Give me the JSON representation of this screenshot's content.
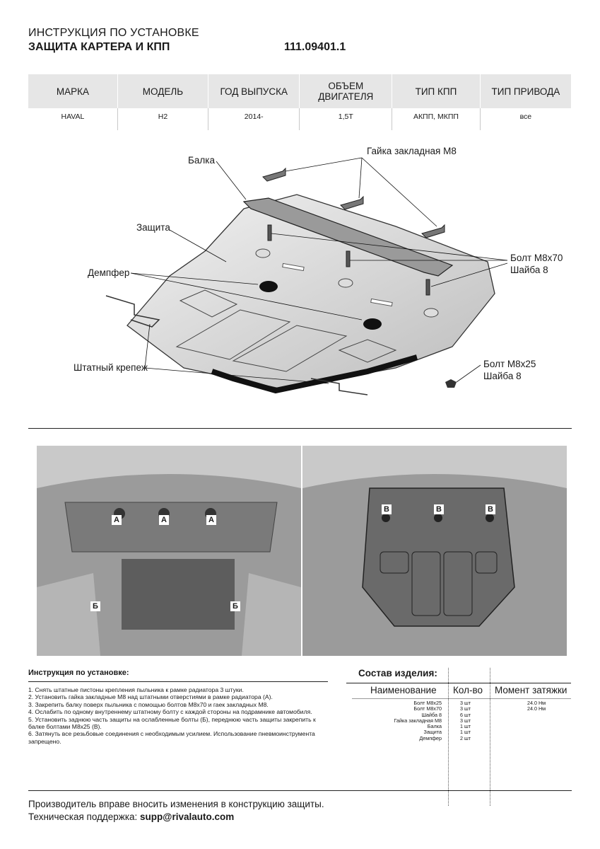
{
  "header": {
    "line1": "ИНСТРУКЦИЯ ПО УСТАНОВКЕ",
    "line2": "ЗАЩИТА КАРТЕРА И КПП",
    "article": "111.09401.1"
  },
  "spec_table": {
    "columns": [
      "МАРКА",
      "МОДЕЛЬ",
      "ГОД ВЫПУСКА",
      "ОБЪЕМ ДВИГАТЕЛЯ",
      "ТИП КПП",
      "ТИП ПРИВОДА"
    ],
    "row": [
      "HAVAL",
      "H2",
      "2014-",
      "1,5T",
      "АКПП, МКПП",
      "все"
    ]
  },
  "diagram": {
    "callouts": {
      "balka": "Балка",
      "gaika": "Гайка закладная М8",
      "zashchita": "Защита",
      "dempfer": "Демпфер",
      "bolt70": "Болт М8х70",
      "shaiba70": "Шайба 8",
      "shtatny": "Штатный крепеж",
      "bolt25": "Болт М8х25",
      "shaiba25": "Шайба 8"
    }
  },
  "photos": {
    "left_markers": [
      "А",
      "А",
      "А",
      "Б",
      "Б"
    ],
    "right_markers": [
      "В",
      "В",
      "В"
    ]
  },
  "instructions": {
    "title": "Инструкция по установке:",
    "steps": [
      "1. Снять штатные пистоны крепления пыльника к рамке радиатора 3 штуки.",
      "2. Установить гайка закладные М8 над штатными отверстиями в рамке радиатора (А).",
      "3. Закрепить балку поверх пыльника с помощью болтов М8х70 и гаек закладных М8.",
      "4. Ослабить по одному внутреннему штатному болту с каждой стороны на подрамнике автомобиля.",
      "5. Установить заднюю часть защиты на ослабленные болты (Б), переднюю часть защиты закрепить к балке болтами М8х25 (В).",
      "6. Затянуть все резьбовые соединения с необходимым усилием. Использование пневмоинструмента запрещено."
    ]
  },
  "composition": {
    "title": "Состав изделия:",
    "headers": [
      "Наименование",
      "Кол-во",
      "Момент затяжки"
    ],
    "items": [
      {
        "name": "Болт М8х25",
        "qty": "3 шт",
        "torque": "24.0 Нм"
      },
      {
        "name": "Болт М8х70",
        "qty": "3 шт",
        "torque": "24.0 Нм"
      },
      {
        "name": "Шайба 8",
        "qty": "6 шт",
        "torque": ""
      },
      {
        "name": "Гайка закладная М8",
        "qty": "3 шт",
        "torque": ""
      },
      {
        "name": "Балка",
        "qty": "1 шт",
        "torque": ""
      },
      {
        "name": "Защита",
        "qty": "1 шт",
        "torque": ""
      },
      {
        "name": "Демпфер",
        "qty": "2 шт",
        "torque": ""
      }
    ]
  },
  "footer": {
    "line1": "Производитель вправе вносить изменения в конструкцию защиты.",
    "line2_label": "Техническая поддержка: ",
    "email": "supp@rivalauto.com"
  }
}
